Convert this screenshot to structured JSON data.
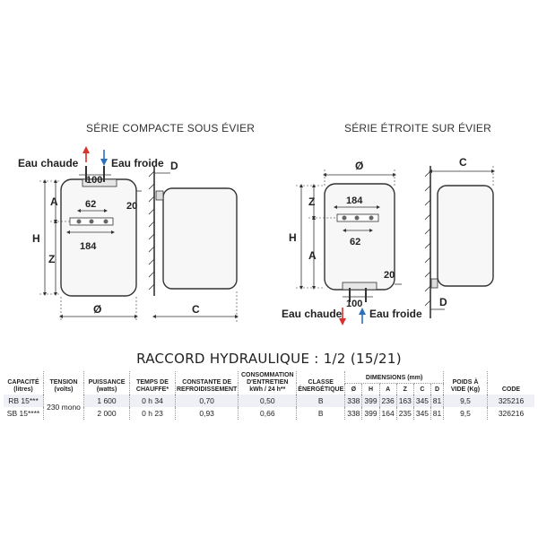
{
  "left_diagram": {
    "title": "SÉRIE COMPACTE SOUS ÉVIER",
    "hot_label": "Eau chaude",
    "cold_label": "Eau froide",
    "labels": {
      "d": "D",
      "top": "100",
      "right_dim": "20",
      "a": "A",
      "h": "H",
      "z": "Z",
      "inner1": "62",
      "inner2": "184",
      "dia": "Ø",
      "c": "C"
    }
  },
  "right_diagram": {
    "title": "SÉRIE ÉTROITE SUR ÉVIER",
    "hot_label": "Eau chaude",
    "cold_label": "Eau froide",
    "labels": {
      "dia": "Ø",
      "c": "C",
      "z": "Z",
      "inner1": "184",
      "inner2": "62",
      "h": "H",
      "a": "A",
      "bottom_dim": "20",
      "bottom": "100",
      "d": "D"
    }
  },
  "subtitle": "RACCORD HYDRAULIQUE : 1/2 (15/21)",
  "table": {
    "headers": {
      "capacite": "CAPACITÉ (litres)",
      "tension": "TENSION (volts)",
      "puissance": "PUISSANCE (watts)",
      "temps": "TEMPS DE CHAUFFE*",
      "constante": "CONSTANTE DE REFROIDISSEMENT",
      "consommation": "CONSOMMATION D'ENTRETIEN kWh / 24 h**",
      "classe": "CLASSE ÉNERGÉTIQUE",
      "dimensions": "DIMENSIONS (mm)",
      "poids": "POIDS À VIDE (Kg)",
      "code": "CODE"
    },
    "dim_columns": [
      "Ø",
      "H",
      "A",
      "Z",
      "C",
      "D"
    ],
    "shared_tension": "230 mono",
    "rows": [
      {
        "capacite": "RB 15***",
        "puissance": "1 600",
        "temps": "0 h 34",
        "constante": "0,70",
        "consommation": "0,50",
        "classe": "B",
        "dims": [
          "338",
          "399",
          "236",
          "163",
          "345",
          "81"
        ],
        "poids": "9,5",
        "code": "325216"
      },
      {
        "capacite": "SB 15****",
        "puissance": "2 000",
        "temps": "0 h 23",
        "constante": "0,93",
        "consommation": "0,66",
        "classe": "B",
        "dims": [
          "338",
          "399",
          "164",
          "235",
          "345",
          "81"
        ],
        "poids": "9,5",
        "code": "326216"
      }
    ]
  },
  "colors": {
    "hot_arrow": "#d9302c",
    "cold_arrow": "#2f6fc1",
    "outline": "#333333",
    "tank_fill": "#f7f7f7",
    "band": "#eef0f6"
  }
}
